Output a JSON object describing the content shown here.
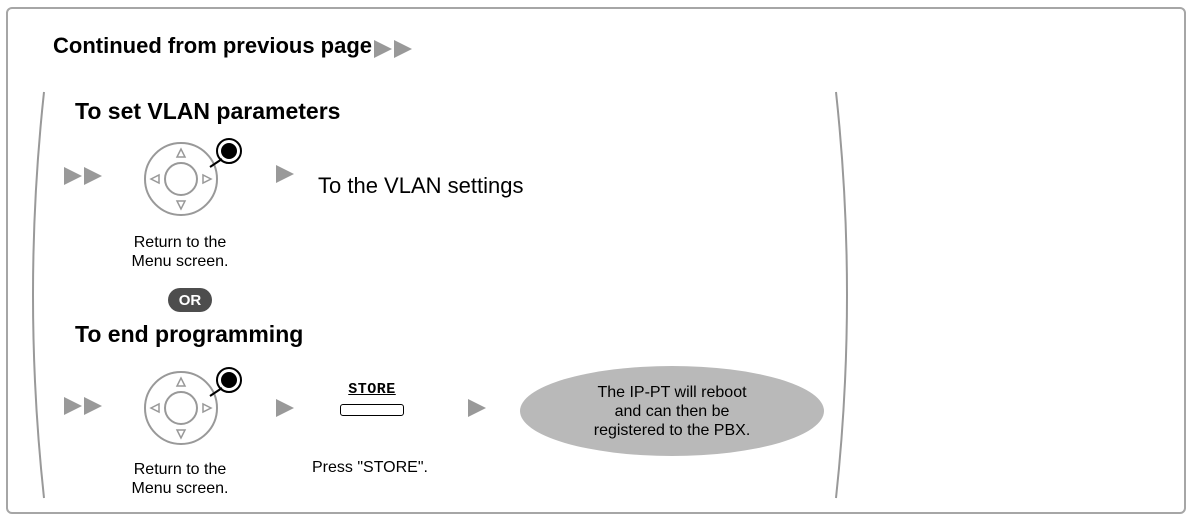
{
  "header": {
    "title": "Continued from previous page"
  },
  "section_vlan": {
    "title": "To set VLAN parameters",
    "caption": "Return to the\nMenu screen.",
    "result": "To the VLAN settings"
  },
  "or_label": "OR",
  "section_end": {
    "title": "To end programming",
    "caption": "Return to the\nMenu screen.",
    "store_key_label": "STORE",
    "store_caption": "Press \"STORE\".",
    "result": "The IP-PT will reboot\nand can then be\nregistered to the PBX."
  },
  "icons": [
    "double-arrow-icon",
    "navigator-key-icon",
    "press-dot-icon",
    "arrow-right-icon"
  ],
  "colors": {
    "frame": "#a6a6a6",
    "bubble": "#b9b9b9",
    "or_badge": "#4d4d4d",
    "navigator": "#999999"
  }
}
